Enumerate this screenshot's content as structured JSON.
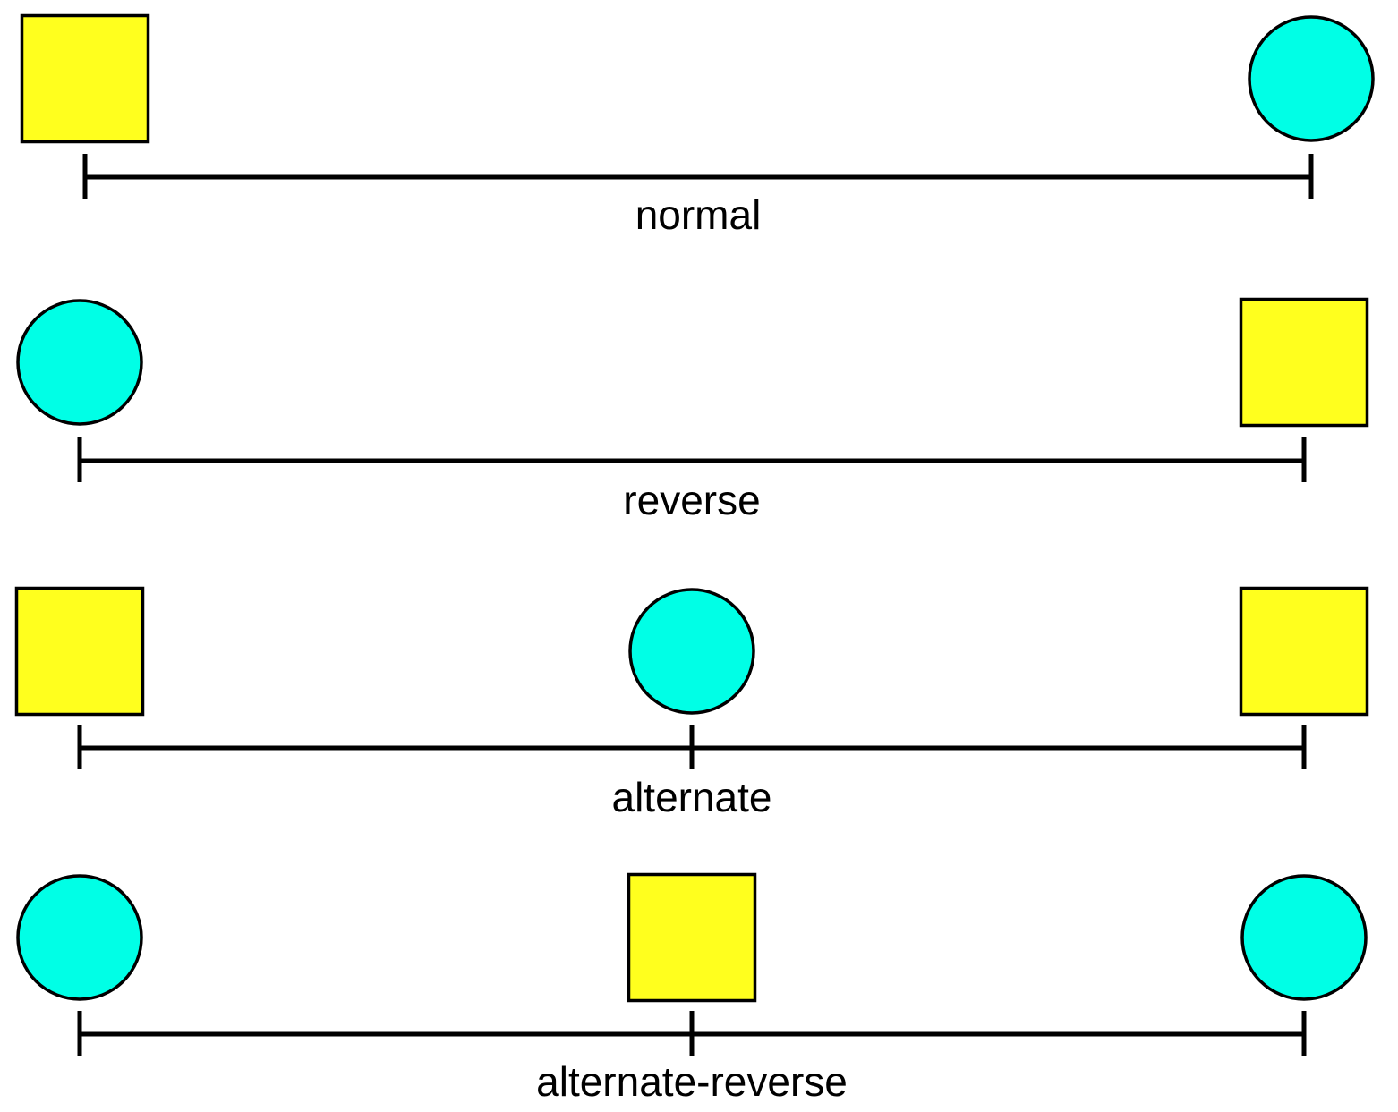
{
  "colors": {
    "square": "#FFFF1E",
    "circle": "#00FFE6",
    "stroke": "#000000",
    "background": "#FFFFFF"
  },
  "rows": [
    {
      "label": "normal",
      "shapes": [
        "square",
        "circle"
      ]
    },
    {
      "label": "reverse",
      "shapes": [
        "circle",
        "square"
      ]
    },
    {
      "label": "alternate",
      "shapes": [
        "square",
        "circle",
        "square"
      ]
    },
    {
      "label": "alternate-reverse",
      "shapes": [
        "circle",
        "square",
        "circle"
      ]
    }
  ]
}
